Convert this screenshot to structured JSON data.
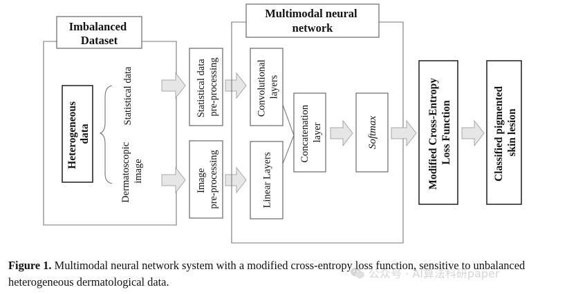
{
  "diagram": {
    "imbalanced_dataset": [
      "Imbalanced",
      "Dataset"
    ],
    "heterogeneous_data": [
      "Heterogeneous",
      "data"
    ],
    "statistical_data": "Statistical data",
    "dermatoscopic_image": [
      "Dermatoscopic",
      "image"
    ],
    "statistical_preprocessing": [
      "Statistical data",
      "pre-processing"
    ],
    "image_preprocessing": [
      "Image",
      "pre-processing"
    ],
    "multimodal_network": [
      "Multimodal neural",
      "network"
    ],
    "convolutional_layers": [
      "Convolutional",
      "layers"
    ],
    "linear_layers": "Linear Layers",
    "concatenation_layer": [
      "Concatenation",
      "layer"
    ],
    "softmax": "Softmax",
    "loss_function": [
      "Modified Cross-Entropy",
      "Loss Function"
    ],
    "output": [
      "Classified pigmented",
      "skin lesion"
    ]
  },
  "caption": {
    "label": "Figure 1.",
    "text": " Multimodal neural network system with a modified cross-entropy loss function, sensitive to unbalanced heterogeneous dermatological data."
  },
  "watermark": {
    "text": "公众号 · AI算法科研paper",
    "icon": "wechat-icon"
  }
}
